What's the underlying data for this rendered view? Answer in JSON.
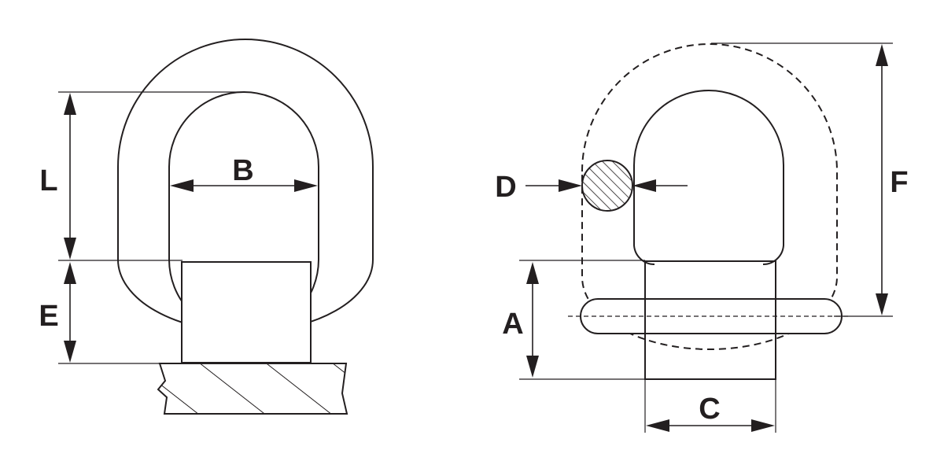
{
  "labels": {
    "L": "L",
    "B": "B",
    "E": "E",
    "D": "D",
    "A": "A",
    "F": "F",
    "C": "C"
  },
  "colors": {
    "line": "#231f20",
    "background": "#ffffff"
  }
}
